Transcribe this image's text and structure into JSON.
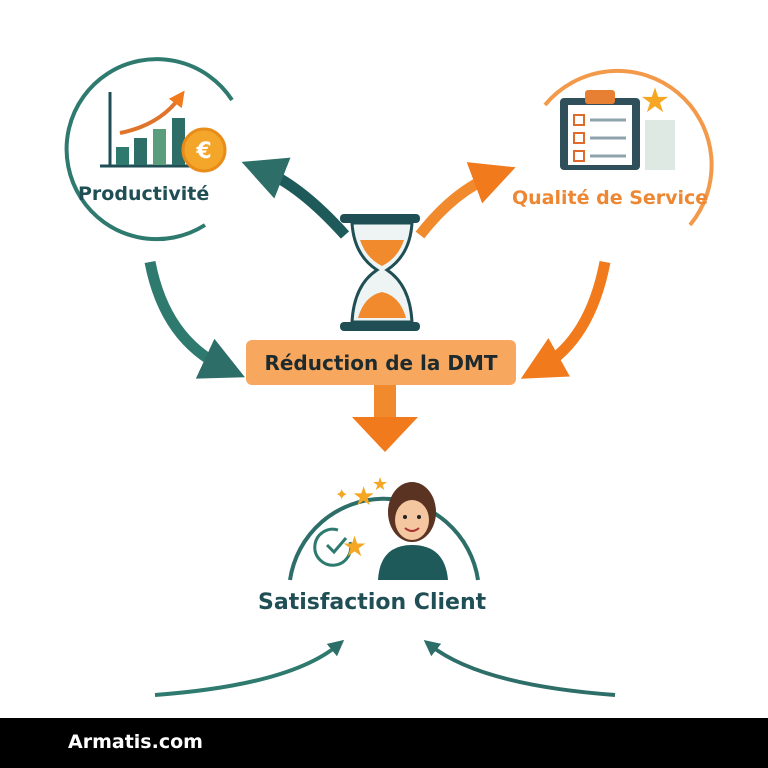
{
  "nodes": {
    "productivite": "Productivité",
    "qualite": "Qualité de Service",
    "reduction": "Réduction de la DMT",
    "satisfaction": "Satisfaction Client"
  },
  "footer": {
    "brand": "Armatis.com"
  },
  "colors": {
    "teal": "#2e6e68",
    "orange": "#f08a2c",
    "box": "#f8a75e"
  }
}
